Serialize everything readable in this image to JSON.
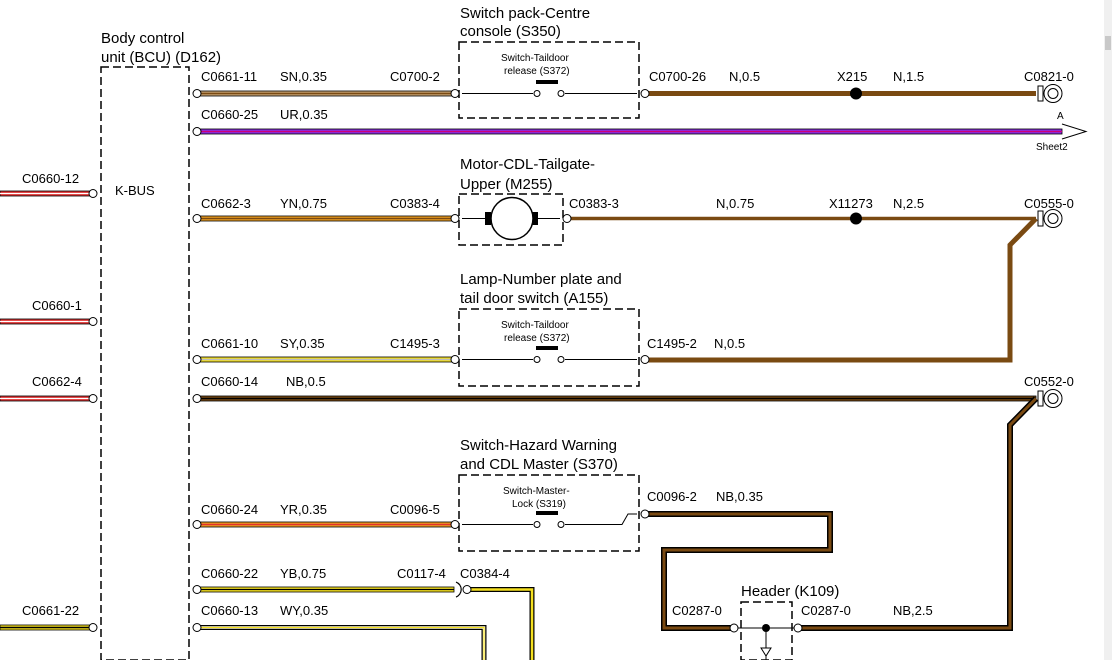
{
  "components": {
    "bcu": {
      "title_1": "Body control",
      "title_2": "unit (BCU) (D162)",
      "bus": "K-BUS"
    },
    "s350": {
      "title_1": "Switch pack-Centre",
      "title_2": "console (S350)",
      "inner_1": "Switch-Taildoor",
      "inner_2": "release (S372)"
    },
    "m255": {
      "title_1": "Motor-CDL-Tailgate-",
      "title_2": "Upper (M255)"
    },
    "a155": {
      "title_1": "Lamp-Number plate and",
      "title_2": "tail door switch (A155)",
      "inner_1": "Switch-Taildoor",
      "inner_2": "release (S372)"
    },
    "s370": {
      "title_1": "Switch-Hazard Warning",
      "title_2": "and CDL Master (S370)",
      "inner_1": "Switch-Master-",
      "inner_2": "Lock (S319)"
    },
    "k109": {
      "title": "Header (K109)"
    }
  },
  "left_connectors": {
    "c0660_12": "C0660-12",
    "c0660_1": "C0660-1",
    "c0662_4": "C0662-4",
    "c0661_22": "C0661-22"
  },
  "wires": {
    "w1": {
      "pin": "C0661-11",
      "spec": "SN,0.35",
      "mid_pin": "C0700-2",
      "out_pin": "C0700-26",
      "out_spec": "N,0.5",
      "splice": "X215",
      "splice_spec": "N,1.5",
      "end": "C0821-0"
    },
    "w2": {
      "pin": "C0660-25",
      "spec": "UR,0.35",
      "ref_letter": "A",
      "ref_sheet": "Sheet2"
    },
    "w3": {
      "pin": "C0662-3",
      "spec": "YN,0.75",
      "mid_pin": "C0383-4",
      "out_pin": "C0383-3",
      "out_spec": "N,0.75",
      "splice": "X11273",
      "splice_spec": "N,2.5",
      "end": "C0555-0"
    },
    "w4": {
      "pin": "C0661-10",
      "spec": "SY,0.35",
      "mid_pin": "C1495-3",
      "out_pin": "C1495-2",
      "out_spec": "N,0.5"
    },
    "w5": {
      "pin": "C0660-14",
      "spec": "NB,0.5",
      "end": "C0552-0"
    },
    "w6": {
      "pin": "C0660-24",
      "spec": "YR,0.35",
      "mid_pin": "C0096-5",
      "out_pin": "C0096-2",
      "out_spec": "NB,0.35"
    },
    "w7": {
      "pin": "C0660-22",
      "spec": "YB,0.75",
      "mid_pin_1": "C0117-4",
      "mid_pin_2": "C0384-4"
    },
    "w8": {
      "pin": "C0660-13",
      "spec": "WY,0.35"
    },
    "k109": {
      "left_pin": "C0287-0",
      "right_pin": "C0287-0",
      "right_spec": "NB,2.5"
    }
  },
  "colors": {
    "brown": "#7a4a12",
    "purple": "#8a2be2",
    "yellow": "#f5e020",
    "red": "#e03030",
    "orange": "#f0a020",
    "black": "#000000"
  }
}
